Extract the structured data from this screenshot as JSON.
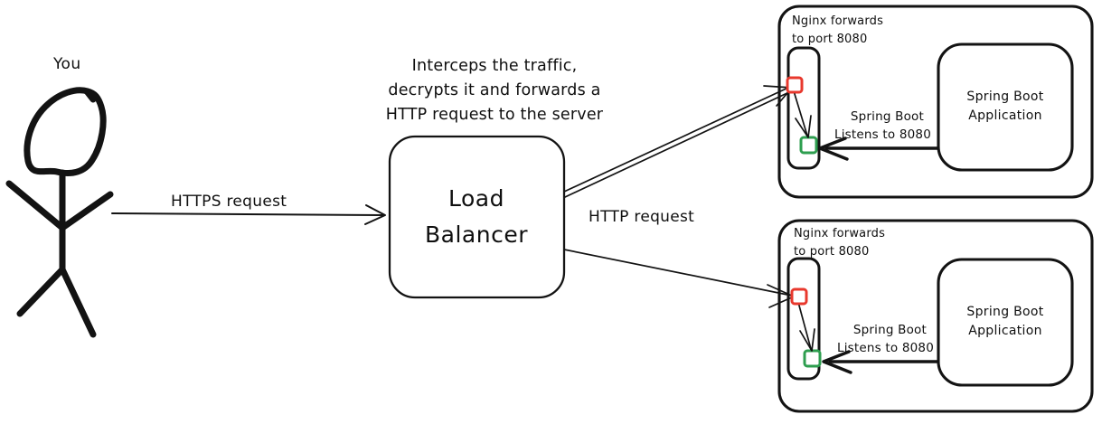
{
  "diagram": {
    "title": "Load Balancer / Nginx / Spring Boot request flow",
    "colors": {
      "ink": "#131313",
      "port_http_closed": "#e8382d",
      "port_app_open": "#2e9e4f",
      "background": "#ffffff"
    }
  },
  "client": {
    "label": "You",
    "icon": "stick-figure-icon"
  },
  "edges": {
    "client_to_lb": "HTTPS request",
    "lb_to_servers": "HTTP request"
  },
  "load_balancer": {
    "note": [
      "Interceps the traffic,",
      "decrypts it and forwards a",
      "HTTP request to the server"
    ],
    "title_lines": [
      "Load",
      "Balancer"
    ]
  },
  "servers": [
    {
      "id": "server-top",
      "nginx_note": [
        "Nginx forwards",
        "to port 8080"
      ],
      "ports": [
        {
          "id": "port-inbound",
          "color": "#e8382d",
          "role": "inbound-https-port"
        },
        {
          "id": "port-8080",
          "color": "#2e9e4f",
          "role": "forwarded-8080-port"
        }
      ],
      "listen_note": [
        "Spring Boot",
        "Listens to 8080"
      ],
      "app_lines": [
        "Spring Boot",
        "Application"
      ]
    },
    {
      "id": "server-bottom",
      "nginx_note": [
        "Nginx forwards",
        "to port 8080"
      ],
      "ports": [
        {
          "id": "port-inbound",
          "color": "#e8382d",
          "role": "inbound-https-port"
        },
        {
          "id": "port-8080",
          "color": "#2e9e4f",
          "role": "forwarded-8080-port"
        }
      ],
      "listen_note": [
        "Spring Boot",
        "Listens to 8080"
      ],
      "app_lines": [
        "Spring Boot",
        "Application"
      ]
    }
  ]
}
